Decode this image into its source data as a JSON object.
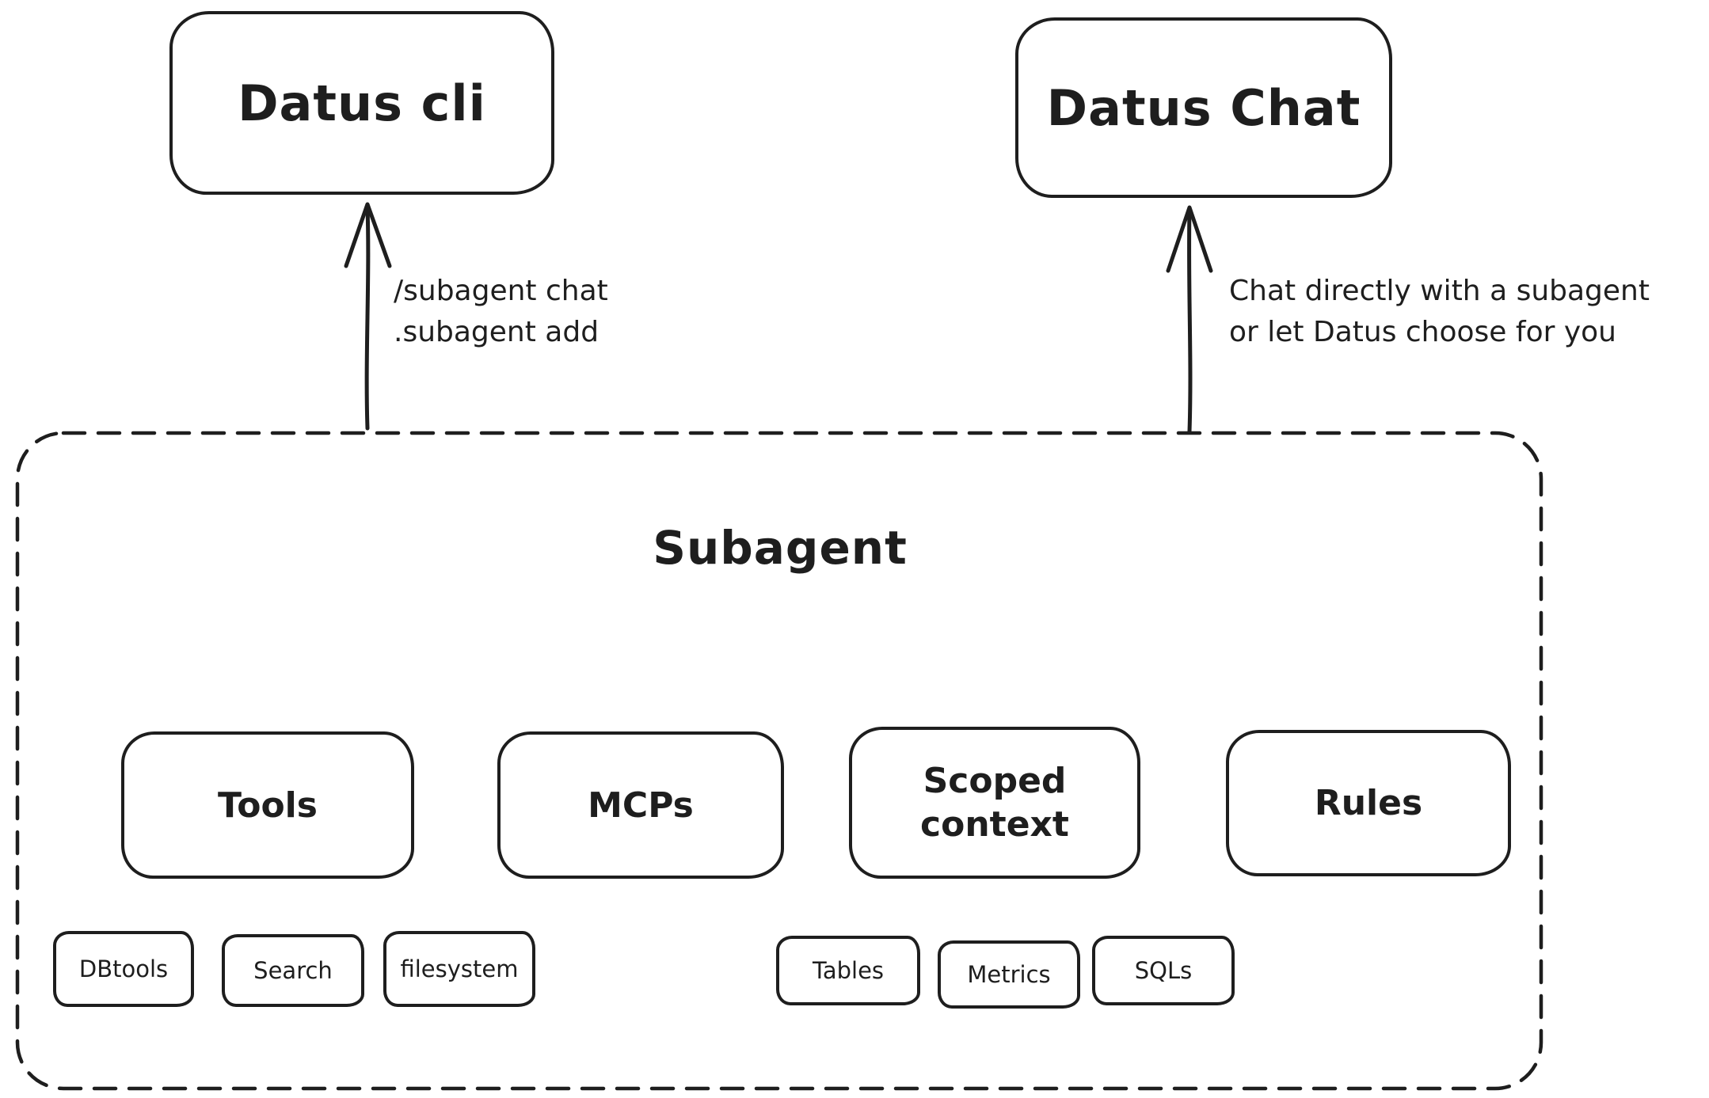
{
  "diagram": {
    "colors": {
      "stroke": "#1e1e1e",
      "background": "#ffffff"
    },
    "top_nodes": {
      "datus_cli": "Datus cli",
      "datus_chat": "Datus Chat"
    },
    "arrow_labels": {
      "cli_line1": "/subagent chat",
      "cli_line2": ".subagent add",
      "chat_line1": "Chat directly with a subagent",
      "chat_line2": "or let Datus choose for you"
    },
    "subagent": {
      "title": "Subagent",
      "components": [
        "Tools",
        "MCPs",
        "Scoped context",
        "Rules"
      ],
      "tool_chips": [
        "DBtools",
        "Search",
        "filesystem"
      ],
      "context_chips": [
        "Tables",
        "Metrics",
        "SQLs"
      ]
    }
  }
}
